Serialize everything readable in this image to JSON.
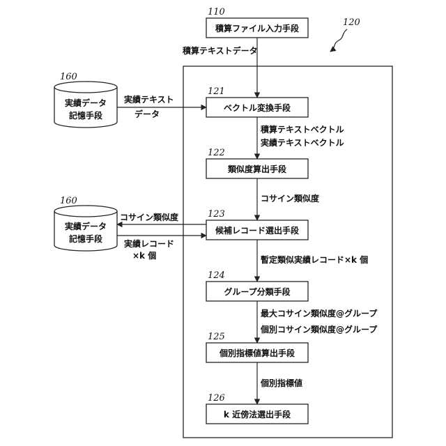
{
  "refs": {
    "r110": "110",
    "r120": "120",
    "r121": "121",
    "r122": "122",
    "r123": "123",
    "r124": "124",
    "r125": "125",
    "r126": "126",
    "r160_top": "160",
    "r160_bottom": "160"
  },
  "boxes": {
    "input": "積算ファイル入力手段",
    "vector": "ベクトル変換手段",
    "similarity": "類似度算出手段",
    "candidate": "候補レコード選出手段",
    "group": "グループ分類手段",
    "indicator": "個別指標値算出手段",
    "knn": "k 近傍法選出手段"
  },
  "db_top": {
    "line1": "実績データ",
    "line2": "記憶手段"
  },
  "db_bottom": {
    "line1": "実績データ",
    "line2": "記憶手段"
  },
  "arrows": {
    "input_to_vector": "積算テキストデータ",
    "db_to_vector_1": "実績テキスト",
    "db_to_vector_2": "データ",
    "vector_to_sim_1": "積算テキストベクトル",
    "vector_to_sim_2": "実績テキストベクトル",
    "sim_to_candidate": "コサイン類似度",
    "candidate_to_db": "コサイン類似度",
    "db_to_candidate_1": "実績レコード",
    "db_to_candidate_2": "×k 個",
    "candidate_to_group": "暫定類似実績レコード×k 個",
    "group_to_indicator_1": "最大コサイン類似度@グループ",
    "group_to_indicator_2": "個別コサイン類似度@グループ",
    "indicator_to_knn": "個別指標値"
  }
}
